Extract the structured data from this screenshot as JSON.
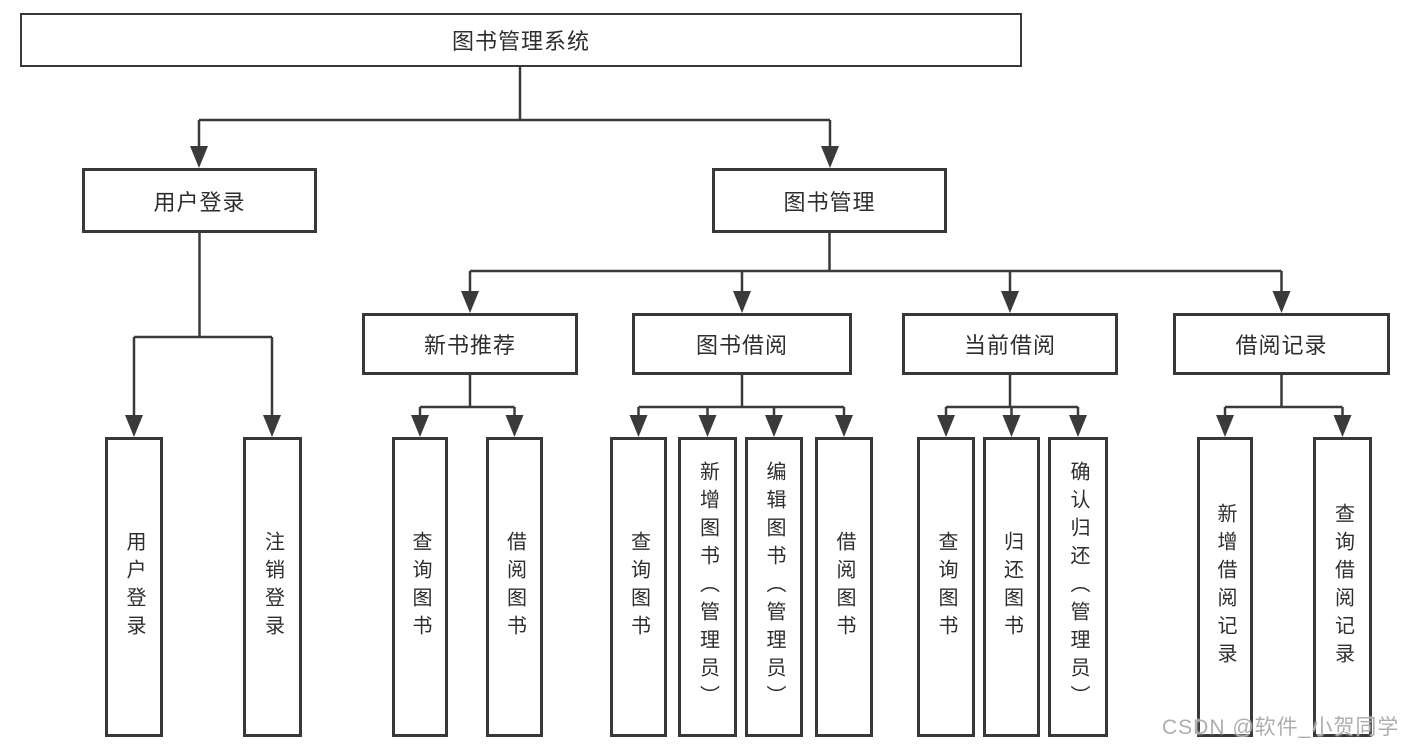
{
  "tree": {
    "root": {
      "label": "图书管理系统"
    },
    "branches": [
      {
        "label": "用户登录",
        "leaves": [
          {
            "label": "用户登录"
          },
          {
            "label": "注销登录"
          }
        ]
      },
      {
        "label": "图书管理",
        "groups": [
          {
            "label": "新书推荐",
            "leaves": [
              {
                "label": "查询图书"
              },
              {
                "label": "借阅图书"
              }
            ]
          },
          {
            "label": "图书借阅",
            "leaves": [
              {
                "label": "查询图书"
              },
              {
                "label": "新增图书（管理员）"
              },
              {
                "label": "编辑图书（管理员）"
              },
              {
                "label": "借阅图书"
              }
            ]
          },
          {
            "label": "当前借阅",
            "leaves": [
              {
                "label": "查询图书"
              },
              {
                "label": "归还图书"
              },
              {
                "label": "确认归还（管理员）"
              }
            ]
          },
          {
            "label": "借阅记录",
            "leaves": [
              {
                "label": "新增借阅记录"
              },
              {
                "label": "查询借阅记录"
              }
            ]
          }
        ]
      }
    ]
  },
  "watermark": {
    "text": "CSDN @软件_小贺同学"
  },
  "colors": {
    "line": "#3a3a3a",
    "border": "#383838",
    "text": "#2e2e2e",
    "watermark": "#aeaeae",
    "background": "#ffffff"
  }
}
